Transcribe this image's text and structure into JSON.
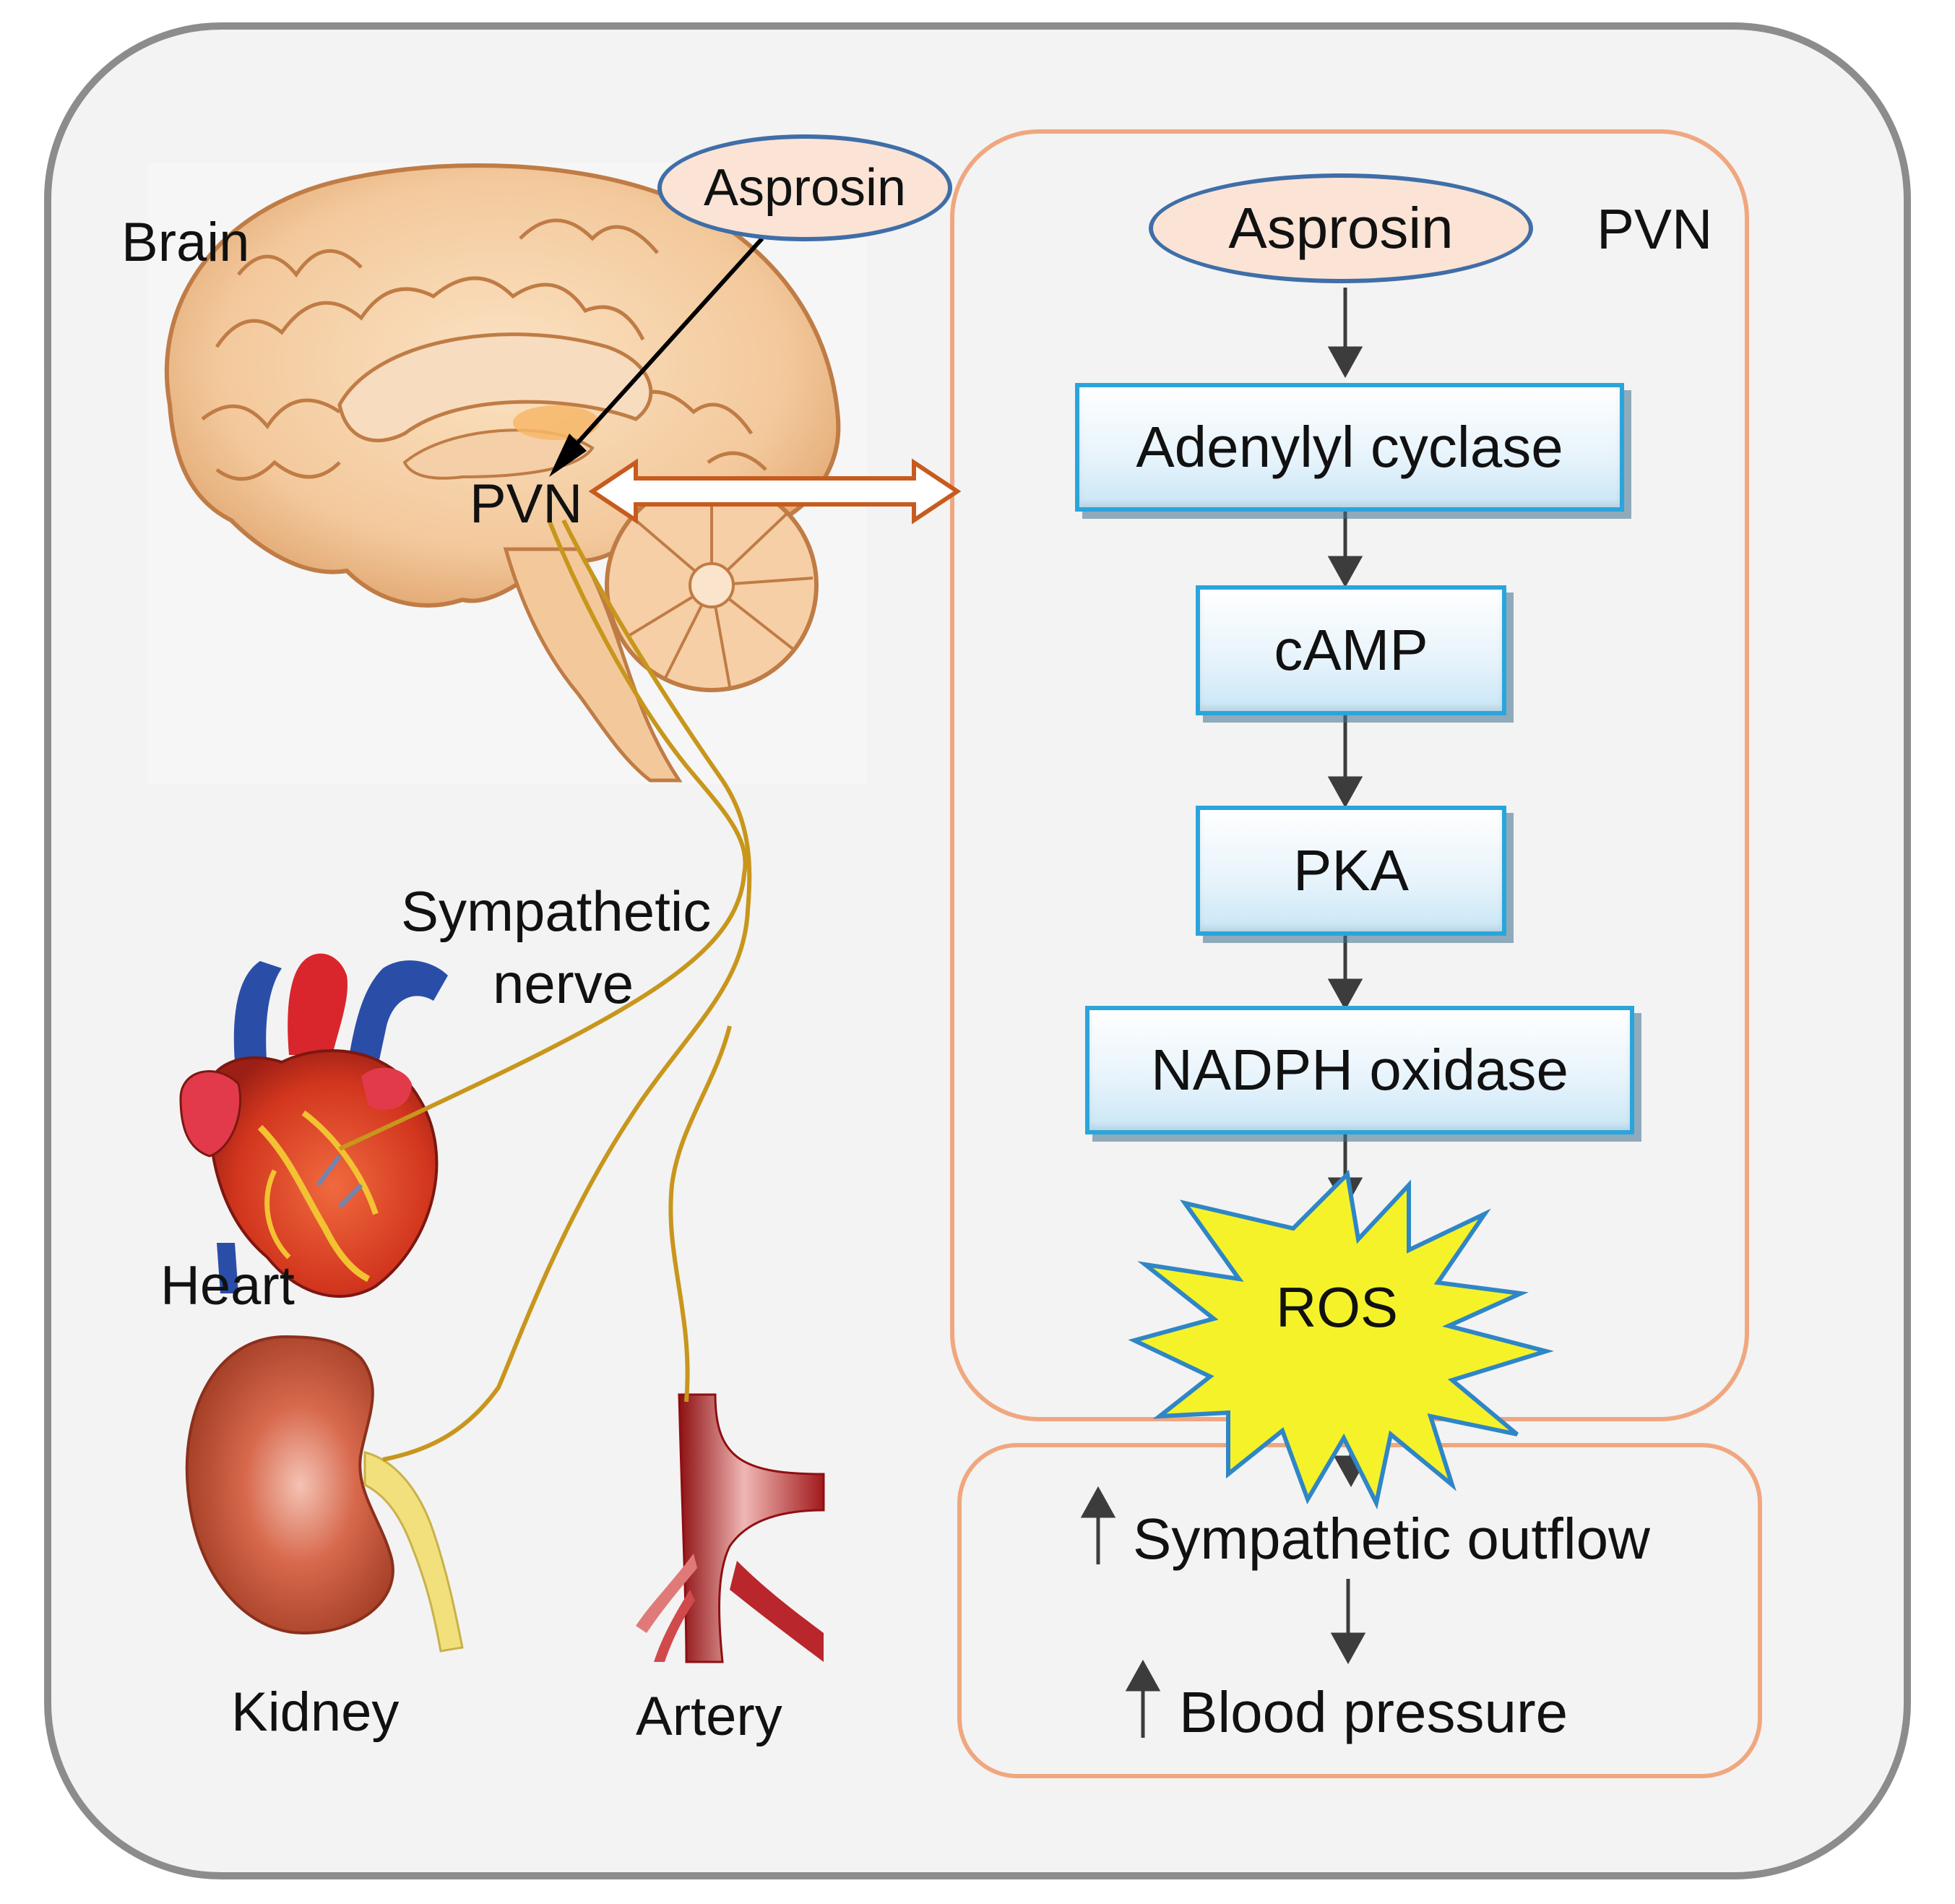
{
  "left_panel": {
    "brain_label": "Brain",
    "asprosin_label": "Asprosin",
    "pvn_label": "PVN",
    "sympathetic_nerve_label_line1": "Sympathetic",
    "sympathetic_nerve_label_line2": "nerve",
    "heart_label": "Heart",
    "kidney_label": "Kidney",
    "artery_label": "Artery"
  },
  "right_panel": {
    "pvn_label": "PVN",
    "asprosin_label": "Asprosin",
    "steps": [
      "Adenylyl cyclase",
      "cAMP",
      "PKA",
      "NADPH oxidase"
    ],
    "ros_label": "ROS"
  },
  "outcome_panel": {
    "sympathetic_outflow": "Sympathetic outflow",
    "blood_pressure": "Blood pressure"
  },
  "colors": {
    "panel_fill": "#f3f3f3",
    "panel_border": "#8c8c8c",
    "box_border": "#2aa5dc",
    "orange_border": "#f0a77f",
    "nerve": "#c8961c",
    "double_arrow": "#c75b1f",
    "ros_fill": "#f5f22a",
    "ellipse_fill": "#fbe4d5",
    "ellipse_border": "#3f6ea8"
  },
  "icons": [
    "brain-illustration",
    "heart-illustration",
    "kidney-illustration",
    "artery-illustration",
    "up-arrow-icon",
    "down-arrow-icon",
    "ros-starburst"
  ]
}
